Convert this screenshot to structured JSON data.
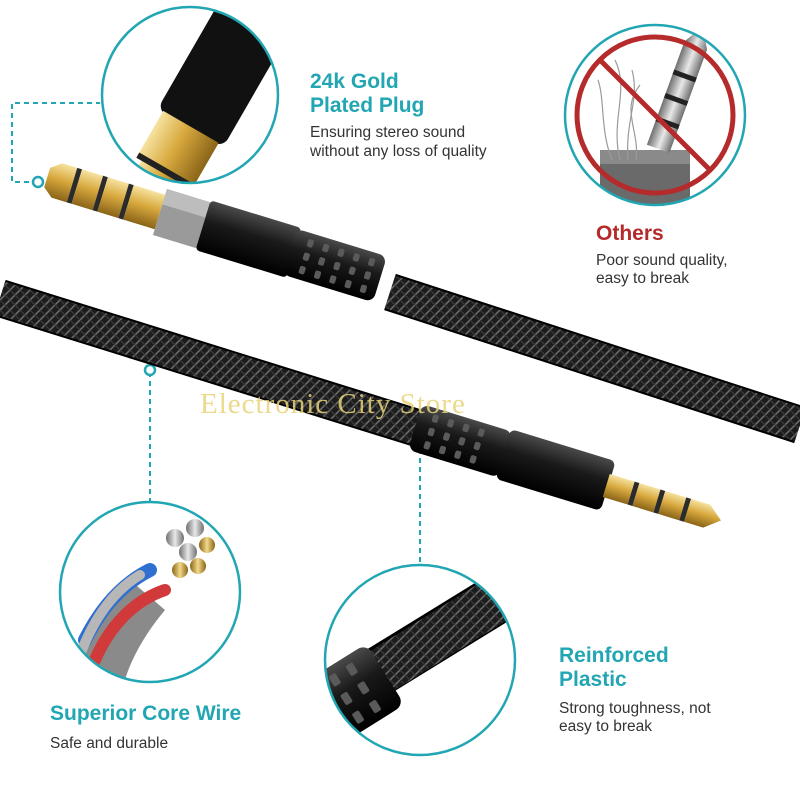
{
  "watermark": "Electronic City Store",
  "features": {
    "gold_plug": {
      "title_line1": "24k Gold",
      "title_line2": "Plated Plug",
      "desc_line1": "Ensuring stereo sound",
      "desc_line2": "without any loss of quality"
    },
    "others": {
      "title": "Others",
      "desc_line1": "Poor sound quality,",
      "desc_line2": "easy to break"
    },
    "core_wire": {
      "title": "Superior Core Wire",
      "desc": "Safe and durable"
    },
    "reinforced": {
      "title_line1": "Reinforced",
      "title_line2": "Plastic",
      "desc_line1": "Strong toughness, not",
      "desc_line2": "easy to break"
    }
  },
  "colors": {
    "accent_teal": "#22a6b3",
    "warning_red": "#b52a2a",
    "gold": "#d4a53a",
    "cable_black": "#1a1a1a"
  },
  "icons": [
    "prohibited-icon"
  ]
}
